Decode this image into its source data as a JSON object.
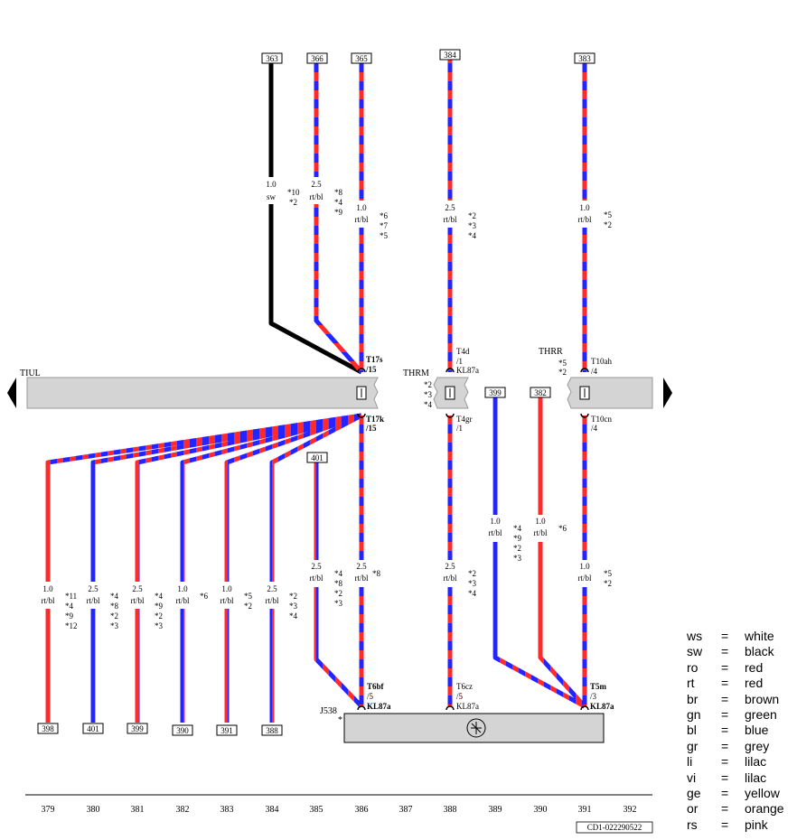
{
  "colors": {
    "red": "#ff2a2a",
    "blue": "#2424ff",
    "black": "#000000",
    "bus": "#d4d4d4"
  },
  "buses": {
    "left_label": "TIUL",
    "middle_label": "THRM",
    "right_label": "THRR"
  },
  "connectors": [
    {
      "id": "t17s",
      "name": "T17s",
      "pin": "/15"
    },
    {
      "id": "t17k",
      "name": "T17k",
      "pin": "/15"
    },
    {
      "id": "t4d",
      "name": "T4d",
      "pin": "/1"
    },
    {
      "id": "t4gr",
      "name": "T4gr",
      "pin": "/1"
    },
    {
      "id": "t10ah",
      "name": "T10ah",
      "pin": "/4"
    },
    {
      "id": "t10cn",
      "name": "T10cn",
      "pin": "/4"
    },
    {
      "id": "t6bf",
      "name": "T6bf",
      "pin": "/5"
    },
    {
      "id": "t6cz",
      "name": "T6cz",
      "pin": "/5"
    },
    {
      "id": "t5m",
      "name": "T5m",
      "pin": "/3"
    }
  ],
  "terminals": {
    "t17s": "KL87a",
    "t4d": "KL87a",
    "t6bf": "KL87a",
    "t6cz": "KL87a",
    "t5m": "KL87a"
  },
  "component": {
    "id": "J538",
    "note": "*"
  },
  "equipment_notes": {
    "thrm": [
      "*2",
      "*3",
      "*4"
    ],
    "thrr": [
      "*5",
      "*2"
    ]
  },
  "top_refs": [
    "363",
    "366",
    "365",
    "384",
    "383"
  ],
  "mid_refs": [
    "401",
    "399",
    "382"
  ],
  "bottom_refs": [
    "398",
    "401",
    "399",
    "390",
    "391",
    "388"
  ],
  "wires": [
    {
      "size": "1.0",
      "color": "sw",
      "notes": [
        "*10",
        "*2"
      ]
    },
    {
      "size": "2.5",
      "color": "rt/bl",
      "notes": [
        "*8",
        "*4",
        "*9"
      ]
    },
    {
      "size": "1.0",
      "color": "rt/bl",
      "notes": [
        "*6",
        "*7",
        "*5"
      ]
    },
    {
      "size": "2.5",
      "color": "rt/bl",
      "notes": [
        "*2",
        "*3",
        "*4"
      ]
    },
    {
      "size": "1.0",
      "color": "rt/bl",
      "notes": [
        "*5",
        "*2"
      ]
    },
    {
      "size": "1.0",
      "color": "rt/bl",
      "notes": [
        "*11",
        "*4",
        "*9",
        "*12"
      ]
    },
    {
      "size": "2.5",
      "color": "rt/bl",
      "notes": [
        "*4",
        "*8",
        "*2",
        "*3"
      ]
    },
    {
      "size": "2.5",
      "color": "rt/bl",
      "notes": [
        "*4",
        "*9",
        "*2",
        "*3"
      ]
    },
    {
      "size": "1.0",
      "color": "rt/bl",
      "notes": [
        "*6"
      ]
    },
    {
      "size": "1.0",
      "color": "rt/bl",
      "notes": [
        "*5",
        "*2"
      ]
    },
    {
      "size": "2.5",
      "color": "rt/bl",
      "notes": [
        "*2",
        "*3",
        "*4"
      ]
    },
    {
      "size": "2.5",
      "color": "rt/bl",
      "notes": [
        "*4",
        "*8",
        "*2",
        "*3"
      ]
    },
    {
      "size": "2.5",
      "color": "rt/bl",
      "notes": [
        "*8"
      ]
    },
    {
      "size": "2.5",
      "color": "rt/bl",
      "notes": [
        "*2",
        "*3",
        "*4"
      ]
    },
    {
      "size": "1.0",
      "color": "rt/bl",
      "notes": [
        "*4",
        "*9",
        "*2",
        "*3"
      ]
    },
    {
      "size": "1.0",
      "color": "rt/bl",
      "notes": [
        "*6"
      ]
    },
    {
      "size": "1.0",
      "color": "rt/bl",
      "notes": [
        "*5",
        "*2"
      ]
    }
  ],
  "grid_numbers": [
    "379",
    "380",
    "381",
    "382",
    "383",
    "384",
    "385",
    "386",
    "387",
    "388",
    "389",
    "390",
    "391",
    "392"
  ],
  "drawing_id": "CD1-022290522",
  "legend": [
    {
      "code": "ws",
      "name": "white"
    },
    {
      "code": "sw",
      "name": "black"
    },
    {
      "code": "ro",
      "name": "red"
    },
    {
      "code": "rt",
      "name": "red"
    },
    {
      "code": "br",
      "name": "brown"
    },
    {
      "code": "gn",
      "name": "green"
    },
    {
      "code": "bl",
      "name": "blue"
    },
    {
      "code": "gr",
      "name": "grey"
    },
    {
      "code": "li",
      "name": "lilac"
    },
    {
      "code": "vi",
      "name": "lilac"
    },
    {
      "code": "ge",
      "name": "yellow"
    },
    {
      "code": "or",
      "name": "orange"
    },
    {
      "code": "rs",
      "name": "pink"
    }
  ],
  "legend_eq": "="
}
